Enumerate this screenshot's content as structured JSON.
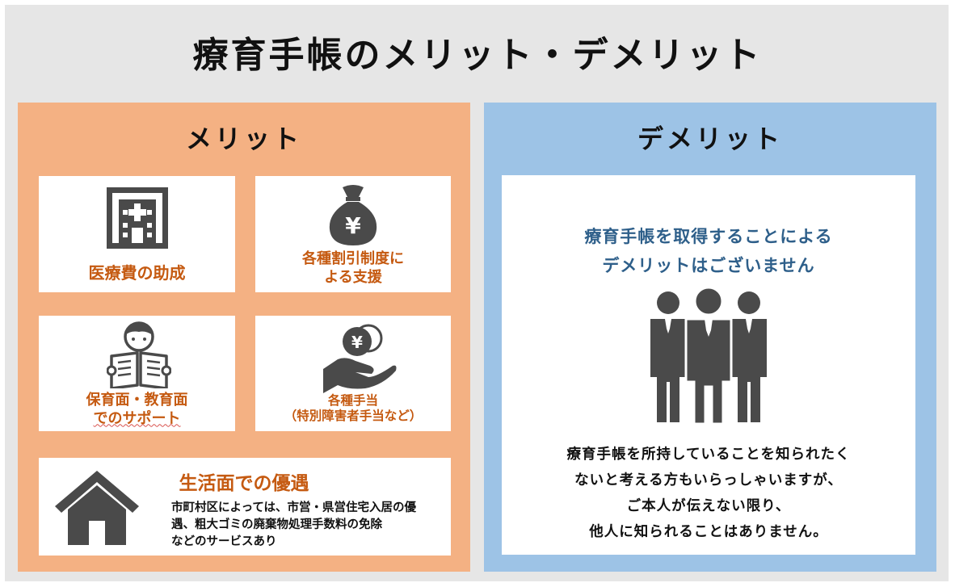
{
  "title": "療育手帳のメリット・デメリット",
  "merit": {
    "heading": "メリット",
    "cards": [
      {
        "lines": [
          "医療費の助成"
        ],
        "icon": "hospital-icon"
      },
      {
        "lines": [
          "各種割引制度に",
          "よる支援"
        ],
        "icon": "money-bag-icon",
        "glyph": "¥"
      },
      {
        "lines": [
          "保育面・教育面",
          "でのサポート"
        ],
        "icon": "reading-person-icon"
      },
      {
        "lines": [
          "各種手当",
          "（特別障害者手当など）"
        ],
        "icon": "hand-coin-icon",
        "glyph": "¥"
      }
    ],
    "living": {
      "title": "生活面での優遇",
      "lines": [
        "市町村区によっては、市営・県営住宅入居の優",
        "遇、粗大ゴミの廃棄物処理手数料の免除",
        "などのサービスあり"
      ],
      "icon": "house-icon"
    }
  },
  "demerit": {
    "heading": "デメリット",
    "head_lines": [
      "療育手帳を取得することによる",
      "デメリットはございません"
    ],
    "body_lines": [
      "療育手帳を所持していることを知られたく",
      "ないと考える方もいらっしゃいますが、",
      "ご本人が伝えない限り、",
      "他人に知られることはありません。"
    ],
    "icon": "people-group-icon"
  },
  "colors": {
    "background": "#e6e6e6",
    "merit_panel": "#f4b183",
    "demerit_panel": "#9dc3e6",
    "accent_orange": "#c55a11",
    "accent_blue": "#2e5f8a",
    "icon_gray": "#4a4a4a"
  }
}
